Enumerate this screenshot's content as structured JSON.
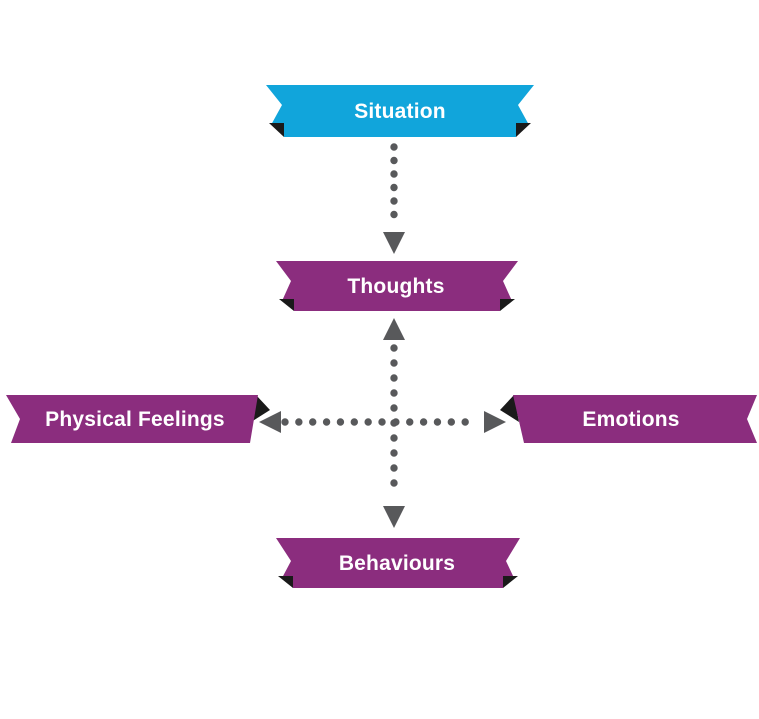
{
  "page": {
    "background": "#ffffff",
    "description_visible_text_only": true
  },
  "colors": {
    "situation_blue": "#11a5db",
    "node_purple": "#8b2d7e",
    "ribbon_fold": "#1a1a1a",
    "arrow_gray": "#58595b",
    "label_text": "#ffffff"
  },
  "banners": {
    "situation": {
      "label": "Situation"
    },
    "thoughts": {
      "label": "Thoughts"
    },
    "physical_feelings": {
      "label": "Physical Feelings"
    },
    "emotions": {
      "label": "Emotions"
    },
    "behaviours": {
      "label": "Behaviours"
    }
  },
  "arrows": {
    "situation_to_thoughts": {
      "style": "dotted",
      "direction": "down"
    },
    "thoughts_behaviours": {
      "style": "dotted",
      "direction": "both"
    },
    "physical_feelings_emotions": {
      "style": "dotted",
      "direction": "both"
    }
  }
}
